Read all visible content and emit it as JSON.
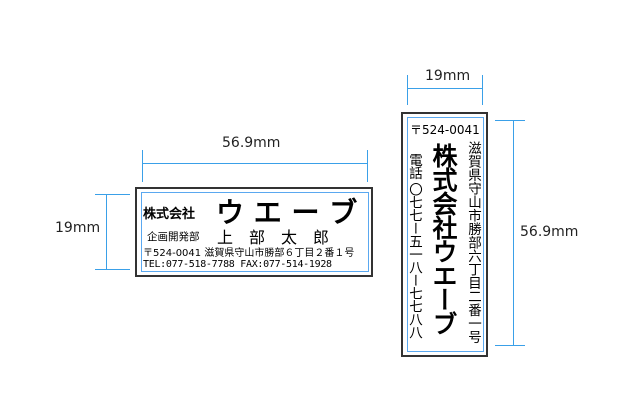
{
  "horizontal_stamp": {
    "width_label": "56.9mm",
    "height_label": "19mm",
    "company_prefix": "株式会社",
    "company_name": "ウ エ ー ブ",
    "department": "企画開発部",
    "person_name": "上　部　太　郎",
    "address": "〒524-0041 滋賀県守山市勝部６丁目２番１号",
    "contact": "TEL:077-518-7788 FAX:077-514-1928"
  },
  "vertical_stamp": {
    "width_label": "19mm",
    "height_label": "56.9mm",
    "postal": "〒524-0041",
    "address": "滋賀県守山市勝部六丁目二番一号",
    "company": "株式会社ウエーブ",
    "phone": "電話 〇七七ー五一八ー七七八八"
  },
  "colors": {
    "dimension": "#3aa0e8",
    "frame": "#333333"
  }
}
